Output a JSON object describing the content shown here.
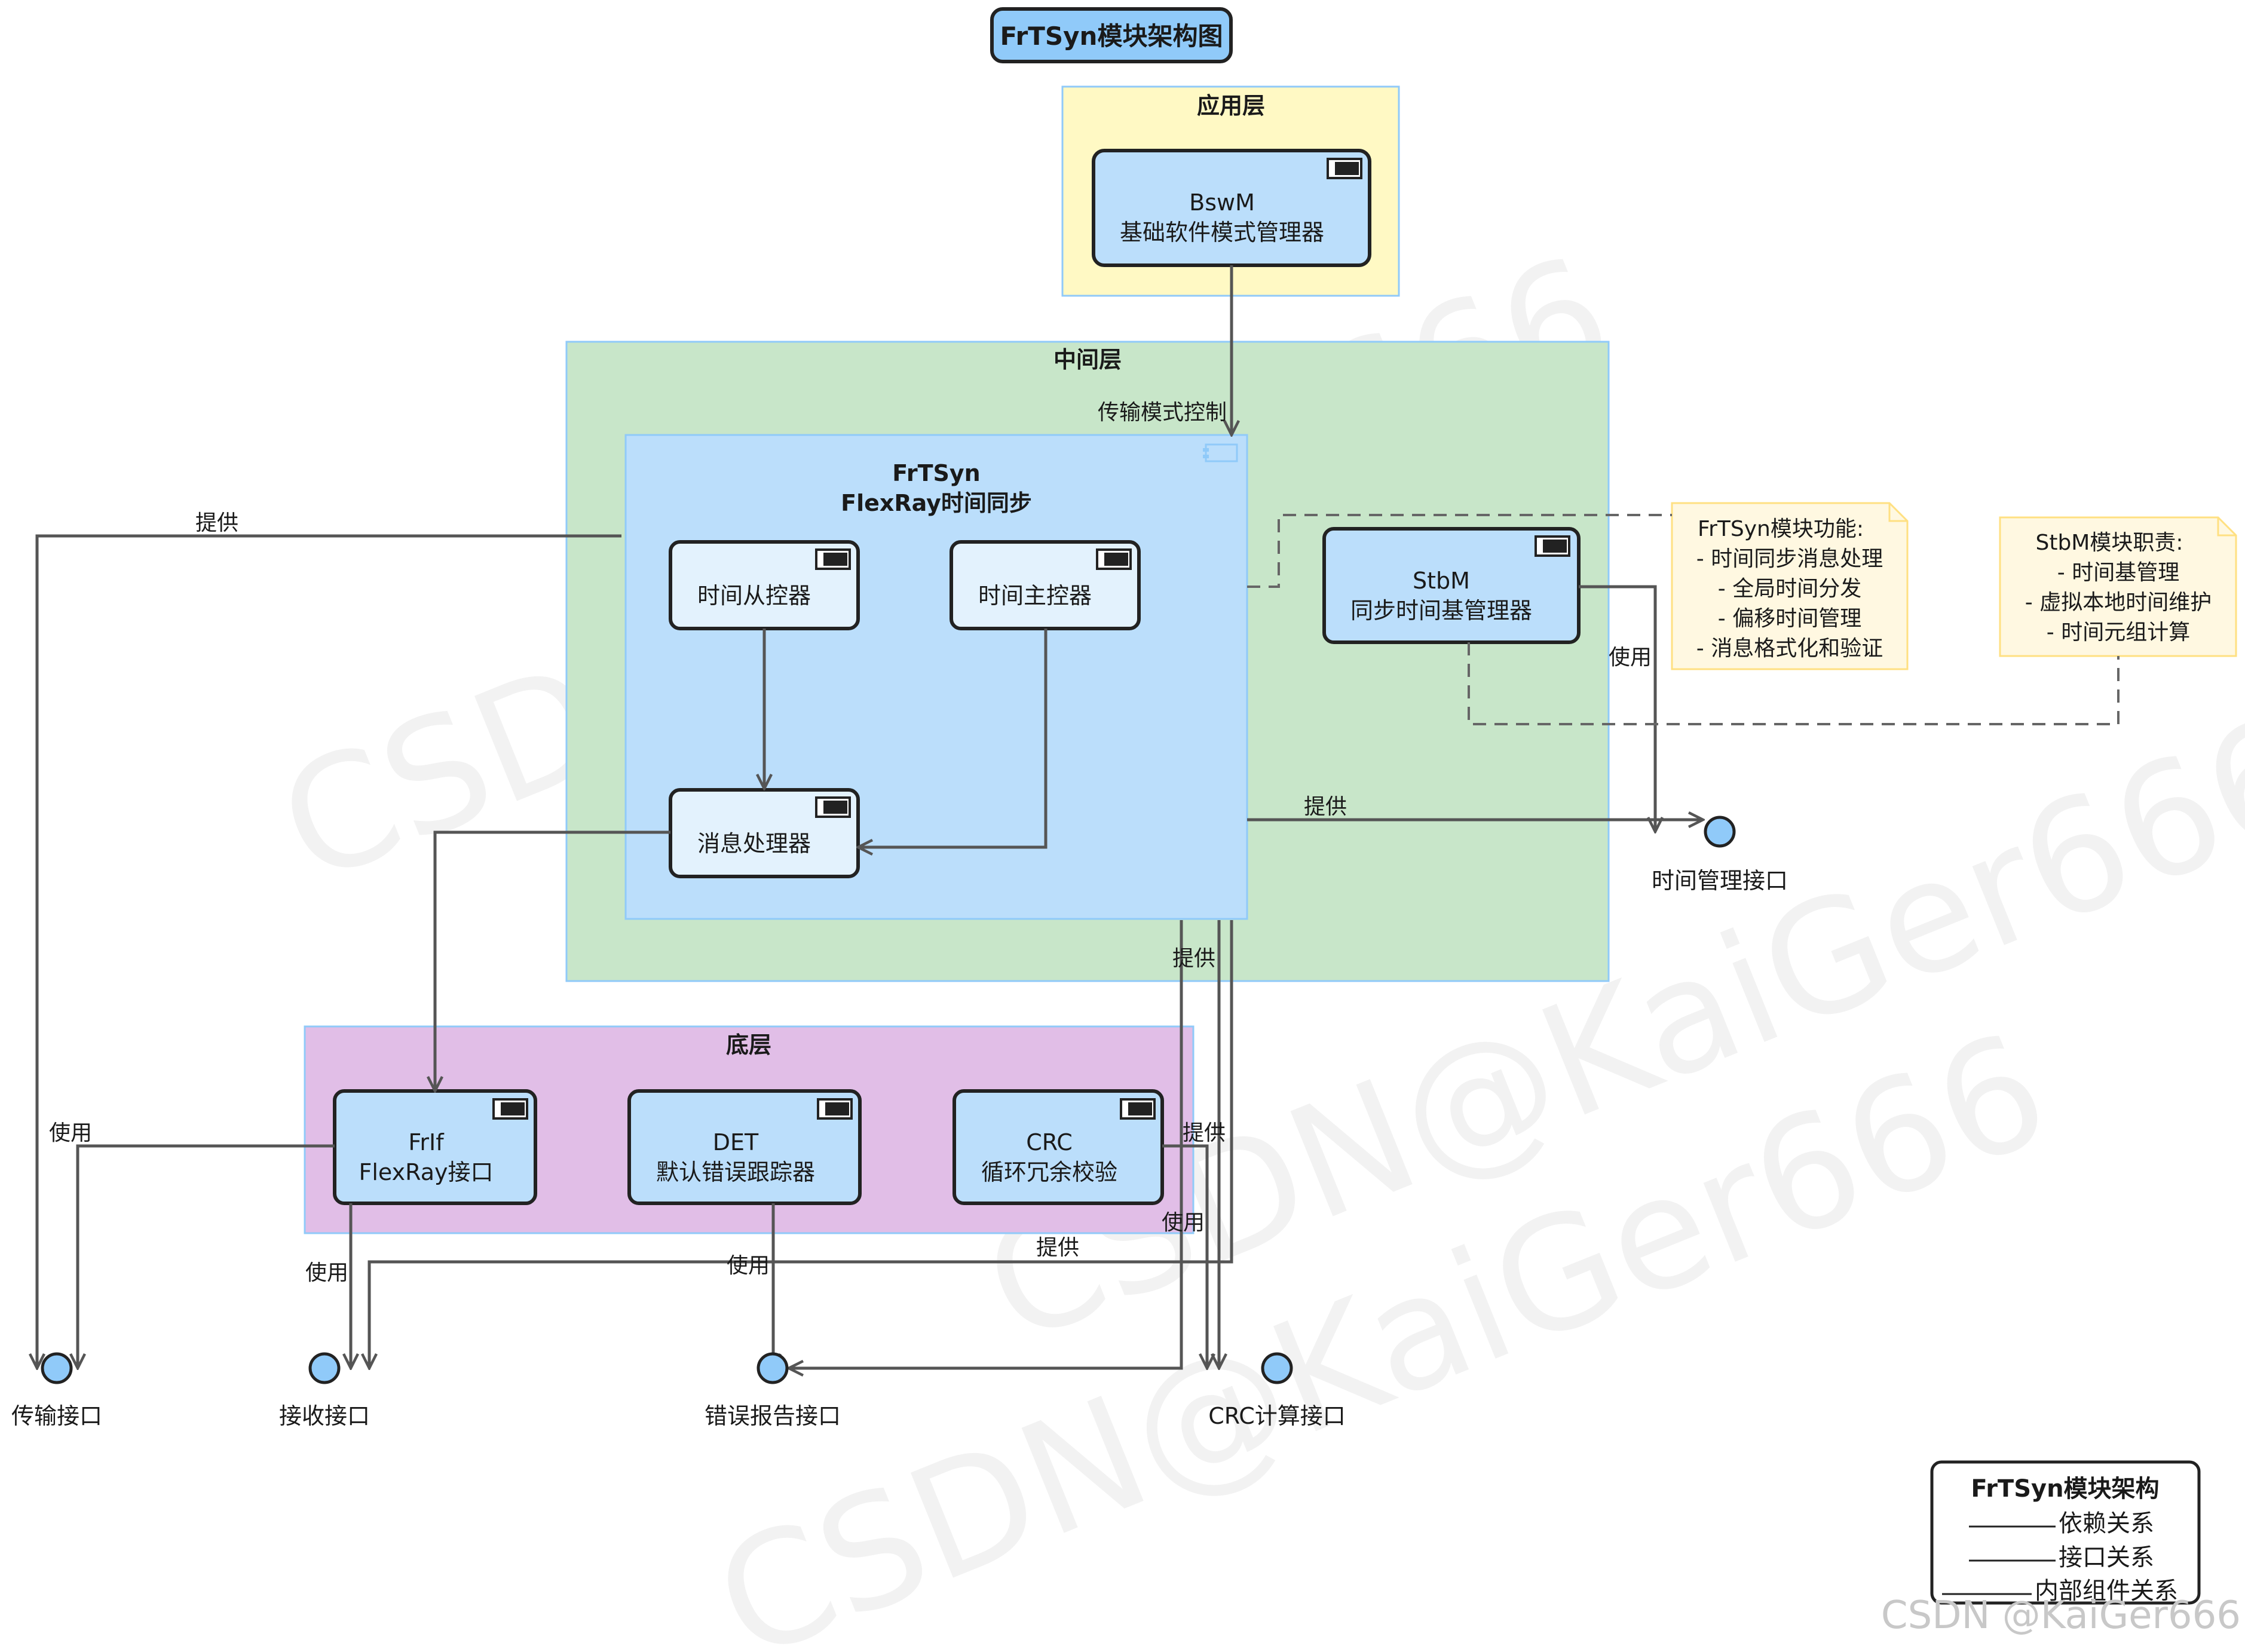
{
  "title": "FrTSyn模块架构图",
  "layers": {
    "app": "应用层",
    "middle": "中间层",
    "bottom": "底层"
  },
  "components": {
    "bswm": {
      "name": "BswM",
      "desc": "基础软件模式管理器"
    },
    "frtsyn": {
      "name": "FrTSyn",
      "desc": "FlexRay时间同步"
    },
    "slave": "时间从控器",
    "master": "时间主控器",
    "msg": "消息处理器",
    "stbm": {
      "name": "StbM",
      "desc": "同步时间基管理器"
    },
    "frif": {
      "name": "FrIf",
      "desc": "FlexRay接口"
    },
    "det": {
      "name": "DET",
      "desc": "默认错误跟踪器"
    },
    "crc": {
      "name": "CRC",
      "desc": "循环冗余校验"
    }
  },
  "interfaces": {
    "tx": "传输接口",
    "rx": "接收接口",
    "err": "错误报告接口",
    "crc": "CRC计算接口",
    "time": "时间管理接口"
  },
  "edge_labels": {
    "mode_ctrl": "传输模式控制",
    "provide": "提供",
    "use": "使用"
  },
  "notes": {
    "frtsyn": [
      "FrTSyn模块功能:",
      "- 时间同步消息处理",
      "- 全局时间分发",
      "- 偏移时间管理",
      "- 消息格式化和验证"
    ],
    "stbm": [
      "StbM模块职责:",
      "- 时间基管理",
      "- 虚拟本地时间维护",
      "- 时间元组计算"
    ]
  },
  "legend": {
    "title": "FrTSyn模块架构",
    "items": [
      "依赖关系",
      "接口关系",
      "内部组件关系"
    ]
  },
  "watermark": "CSDN @KaiGer666",
  "watermark_bg": "CSDN@KaiGer666",
  "colors": {
    "app_fill": "#fff9c4",
    "middle_fill": "#c8e6c9",
    "frtsyn_fill": "#bbdefb",
    "bottom_fill": "#e1bee7",
    "component_fill": "#bbdefb",
    "inner_fill": "#e3f2fd",
    "note_fill": "#fff8e1",
    "interface_fill": "#90caf9",
    "edge": "#555555"
  }
}
